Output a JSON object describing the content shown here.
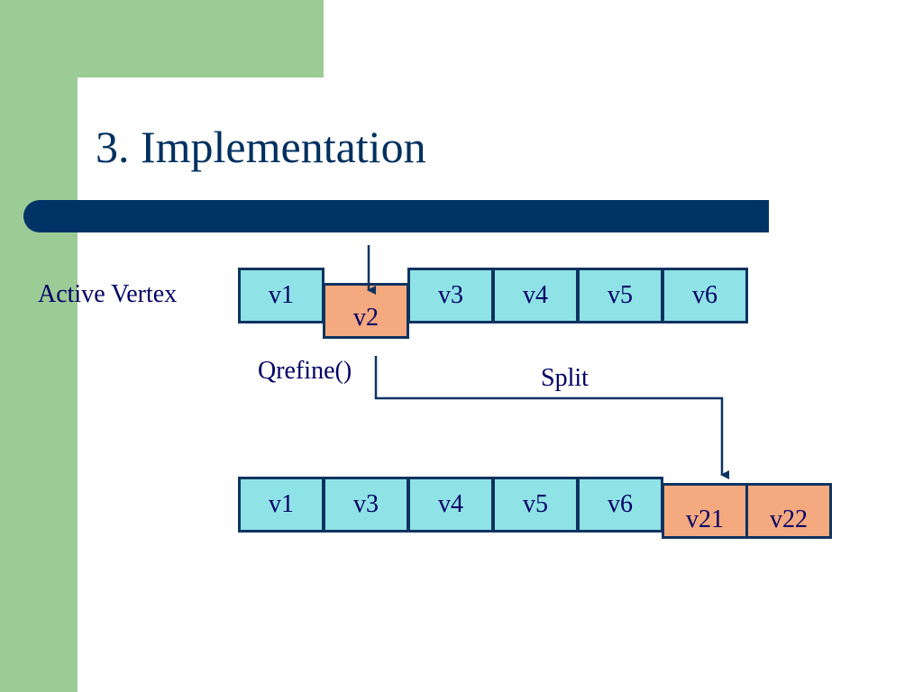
{
  "slide": {
    "title": "3. Implementation",
    "active_vertex_label": "Active Vertex",
    "qrefine_label": "Qrefine()",
    "split_label": "Split"
  },
  "top_row": [
    {
      "label": "v1",
      "highlight": false
    },
    {
      "label": "v2",
      "highlight": true
    },
    {
      "label": "v3",
      "highlight": false
    },
    {
      "label": "v4",
      "highlight": false
    },
    {
      "label": "v5",
      "highlight": false
    },
    {
      "label": "v6",
      "highlight": false
    }
  ],
  "bottom_row": [
    {
      "label": "v1",
      "highlight": false
    },
    {
      "label": "v3",
      "highlight": false
    },
    {
      "label": "v4",
      "highlight": false
    },
    {
      "label": "v5",
      "highlight": false
    },
    {
      "label": "v6",
      "highlight": false
    },
    {
      "label": "v21",
      "highlight": true
    },
    {
      "label": "v22",
      "highlight": true
    }
  ],
  "colors": {
    "background_green": "#9ccc95",
    "bar_navy": "#003366",
    "cell_cyan": "#8fe3e6",
    "cell_orange": "#f5a97f",
    "cell_border": "#0d3360",
    "text": "#000066"
  }
}
